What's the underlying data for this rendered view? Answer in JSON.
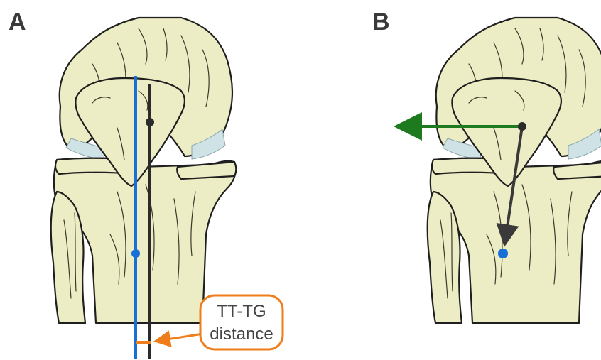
{
  "panels": [
    {
      "letter": "A"
    },
    {
      "letter": "B"
    }
  ],
  "callout": {
    "line1": "TT-TG",
    "line2": "distance"
  },
  "colors": {
    "tibial_tubercle_line": "#1a6fd6",
    "trochlear_groove_line": "#2b2b2b",
    "callout": "#ef7d1a",
    "medial_arrow": "#1e7a1e",
    "vector_arrow": "#3a3a3a",
    "bone_fill": "#ecedc4",
    "cartilage_fill": "#cfe3e6"
  }
}
